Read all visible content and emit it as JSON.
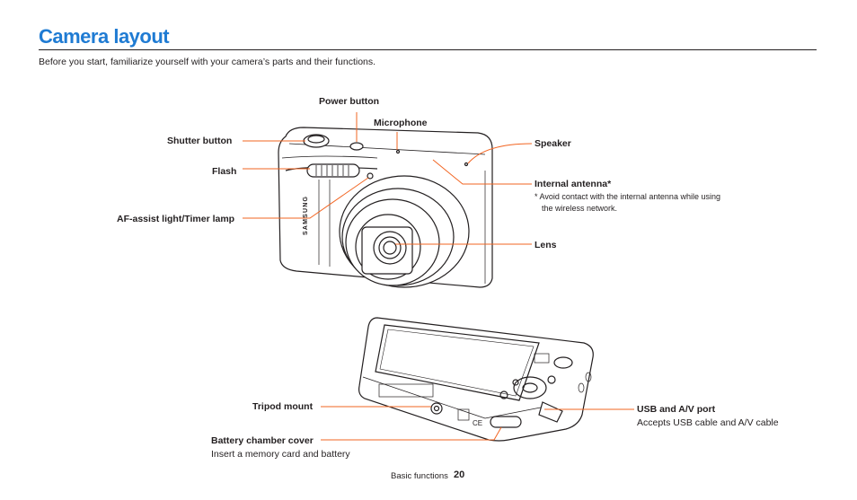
{
  "page": {
    "title": "Camera layout",
    "intro": "Before you start, familiarize yourself with your camera’s parts and their functions."
  },
  "front_labels": {
    "power_button": "Power button",
    "microphone": "Microphone",
    "shutter_button": "Shutter button",
    "flash": "Flash",
    "af_assist": "AF-assist light/Timer lamp",
    "speaker": "Speaker",
    "internal_antenna": "Internal antenna*",
    "antenna_note_line1": "*  Avoid contact with the internal antenna while using",
    "antenna_note_line2": "the wireless network.",
    "lens": "Lens"
  },
  "back_labels": {
    "tripod_mount": "Tripod mount",
    "battery_cover": "Battery chamber cover",
    "battery_cover_desc": "Insert a memory card and battery",
    "usb_port": "USB and A/V port",
    "usb_port_desc": "Accepts USB cable and A/V cable"
  },
  "camera_brand": "SAMSUNG",
  "footer": {
    "section": "Basic functions",
    "page_number": "20"
  },
  "colors": {
    "title": "#1f7bd3",
    "leader": "#f26522",
    "antenna_highlight": "#fde3cf"
  }
}
